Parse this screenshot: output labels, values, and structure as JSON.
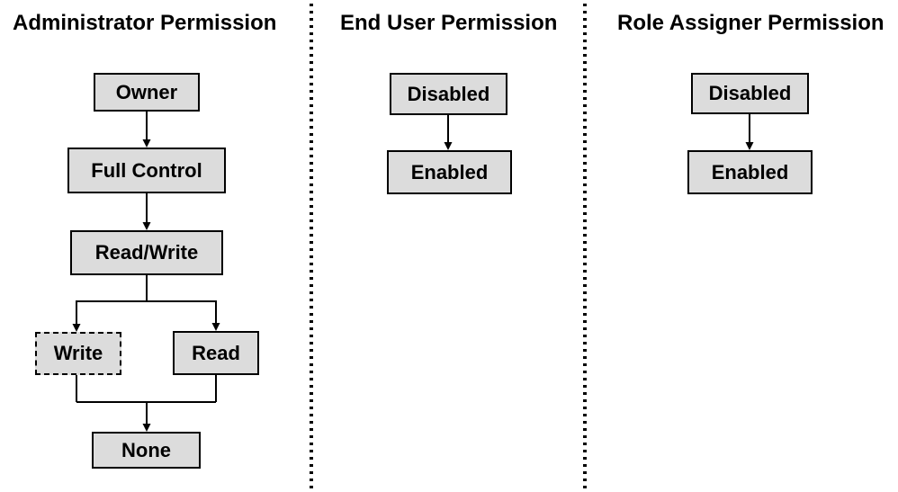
{
  "diagram": {
    "columns": [
      {
        "title": "Administrator Permission",
        "nodes": [
          {
            "id": "owner",
            "label": "Owner",
            "style": "solid"
          },
          {
            "id": "full-control",
            "label": "Full Control",
            "style": "solid"
          },
          {
            "id": "read-write",
            "label": "Read/Write",
            "style": "solid"
          },
          {
            "id": "write",
            "label": "Write",
            "style": "dashed"
          },
          {
            "id": "read",
            "label": "Read",
            "style": "solid"
          },
          {
            "id": "none",
            "label": "None",
            "style": "solid"
          }
        ],
        "edges": [
          {
            "from": "Owner",
            "to": "Full Control"
          },
          {
            "from": "Full Control",
            "to": "Read/Write"
          },
          {
            "from": "Read/Write",
            "to": "Write"
          },
          {
            "from": "Read/Write",
            "to": "Read"
          },
          {
            "from": "Write",
            "to": "None"
          },
          {
            "from": "Read",
            "to": "None"
          }
        ]
      },
      {
        "title": "End User Permission",
        "nodes": [
          {
            "id": "eu-disabled",
            "label": "Disabled",
            "style": "solid"
          },
          {
            "id": "eu-enabled",
            "label": "Enabled",
            "style": "solid"
          }
        ],
        "edges": [
          {
            "from": "Disabled",
            "to": "Enabled"
          }
        ]
      },
      {
        "title": "Role Assigner Permission",
        "nodes": [
          {
            "id": "ra-disabled",
            "label": "Disabled",
            "style": "solid"
          },
          {
            "id": "ra-enabled",
            "label": "Enabled",
            "style": "solid"
          }
        ],
        "edges": [
          {
            "from": "Disabled",
            "to": "Enabled"
          }
        ]
      }
    ],
    "colors": {
      "box_fill": "#dcdcdc",
      "box_border": "#000000",
      "text": "#000000",
      "connector": "#000000",
      "background": "#ffffff"
    }
  }
}
